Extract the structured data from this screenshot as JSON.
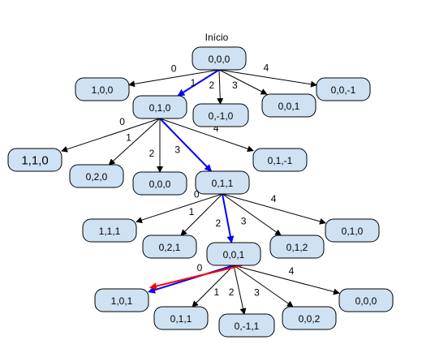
{
  "start_label": "Início",
  "nodes": [
    {
      "id": "root",
      "label": "0,0,0"
    },
    {
      "id": "a0",
      "label": "1,0,0"
    },
    {
      "id": "a1",
      "label": "0,1,0"
    },
    {
      "id": "a2",
      "label": "0,-1,0"
    },
    {
      "id": "a3",
      "label": "0,0,1"
    },
    {
      "id": "a4",
      "label": "0,0,-1"
    },
    {
      "id": "b0",
      "label": "1,1,0"
    },
    {
      "id": "b1",
      "label": "0,2,0"
    },
    {
      "id": "b2",
      "label": "0,0,0"
    },
    {
      "id": "b3",
      "label": "0,1,1"
    },
    {
      "id": "b4",
      "label": "0,1,-1"
    },
    {
      "id": "c0",
      "label": "1,1,1"
    },
    {
      "id": "c1",
      "label": "0,2,1"
    },
    {
      "id": "c2",
      "label": "0,0,1"
    },
    {
      "id": "c3",
      "label": "0,1,2"
    },
    {
      "id": "c4",
      "label": "0,1,0"
    },
    {
      "id": "d0",
      "label": "1,0,1"
    },
    {
      "id": "d1",
      "label": "0,1,1"
    },
    {
      "id": "d2",
      "label": "0,-1,1"
    },
    {
      "id": "d3",
      "label": "0,0,2"
    },
    {
      "id": "d4",
      "label": "0,0,0"
    }
  ],
  "edges": [
    {
      "from": "root",
      "to": "a0",
      "label": "0",
      "kind": "normal"
    },
    {
      "from": "root",
      "to": "a1",
      "label": "1",
      "kind": "path"
    },
    {
      "from": "root",
      "to": "a2",
      "label": "2",
      "kind": "normal"
    },
    {
      "from": "root",
      "to": "a3",
      "label": "3",
      "kind": "normal"
    },
    {
      "from": "root",
      "to": "a4",
      "label": "4",
      "kind": "normal"
    },
    {
      "from": "a1",
      "to": "b0",
      "label": "0",
      "kind": "normal"
    },
    {
      "from": "a1",
      "to": "b1",
      "label": "1",
      "kind": "normal"
    },
    {
      "from": "a1",
      "to": "b2",
      "label": "2",
      "kind": "normal"
    },
    {
      "from": "a1",
      "to": "b3",
      "label": "3",
      "kind": "path"
    },
    {
      "from": "a1",
      "to": "b4",
      "label": "4",
      "kind": "normal"
    },
    {
      "from": "b3",
      "to": "c0",
      "label": "0",
      "kind": "normal"
    },
    {
      "from": "b3",
      "to": "c1",
      "label": "1",
      "kind": "normal"
    },
    {
      "from": "b3",
      "to": "c2",
      "label": "2",
      "kind": "path"
    },
    {
      "from": "b3",
      "to": "c3",
      "label": "3",
      "kind": "normal"
    },
    {
      "from": "b3",
      "to": "c4",
      "label": "4",
      "kind": "normal"
    },
    {
      "from": "c2",
      "to": "d0",
      "label": "0",
      "kind": "path"
    },
    {
      "from": "c2",
      "to": "d1",
      "label": "1",
      "kind": "normal"
    },
    {
      "from": "c2",
      "to": "d2",
      "label": "2",
      "kind": "normal"
    },
    {
      "from": "c2",
      "to": "d3",
      "label": "3",
      "kind": "normal"
    },
    {
      "from": "c2",
      "to": "d4",
      "label": "4",
      "kind": "normal"
    },
    {
      "from": "c2",
      "to": "d0",
      "label": "",
      "kind": "alt"
    }
  ],
  "colors": {
    "node_fill": "#cfe2f3",
    "path": "#0000ff",
    "alt": "#ff0000",
    "normal": "#000000"
  }
}
